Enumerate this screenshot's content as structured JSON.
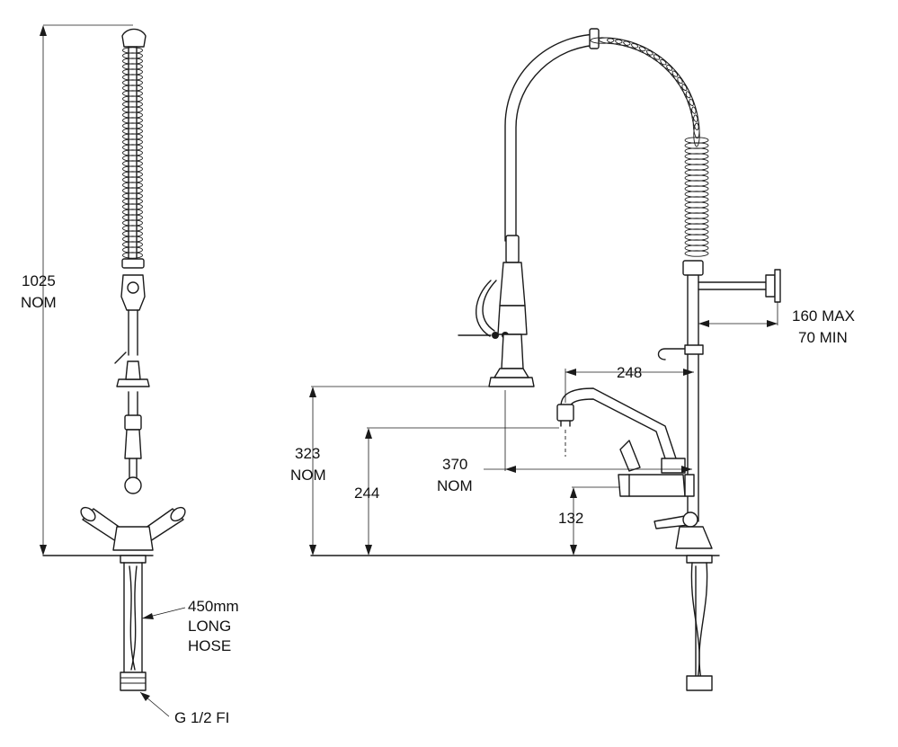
{
  "dimensions": {
    "overall_height": {
      "value": "1025",
      "unit": "NOM"
    },
    "hose_length": {
      "line1": "450mm",
      "line2": "LONG",
      "line3": "HOSE"
    },
    "connection": "G 1/2 FI",
    "wall_bracket": {
      "max": "160 MAX",
      "min": "70 MIN"
    },
    "spout_reach": "248",
    "spray_height": {
      "value": "323",
      "unit": "NOM"
    },
    "spout_height": "244",
    "spray_reach": {
      "value": "370",
      "unit": "NOM"
    },
    "tap_height": "132"
  }
}
